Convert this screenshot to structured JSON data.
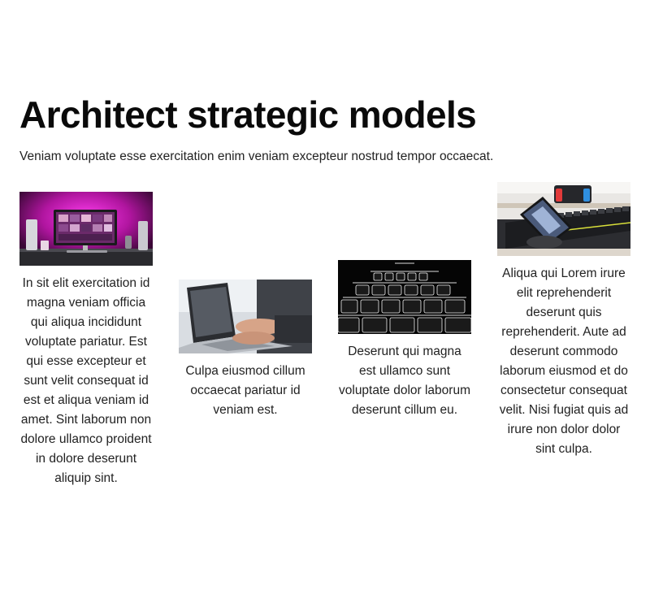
{
  "hero": {
    "title": "Architect strategic models",
    "subtitle": "Veniam voluptate esse exercitation enim veniam excepteur nostrud tempor occaecat."
  },
  "cards": [
    {
      "image": "desk-setup-pink-monitor-photo",
      "text": "In sit elit exercitation id magna veniam officia qui aliqua incididunt voluptate pariatur. Est qui esse excepteur et sunt velit consequat id est et aliqua veniam id amet. Sint laborum non dolore ullamco proident in dolore deserunt aliquip sint."
    },
    {
      "image": "laptop-typing-photo",
      "text": "Culpa eiusmod cillum occaecat pariatur id veniam est."
    },
    {
      "image": "backlit-keyboard-photo",
      "text": "Deserunt qui magna est ullamco sunt voluptate dolor laborum deserunt cillum eu."
    },
    {
      "image": "phone-on-keyboard-photo",
      "text": "Aliqua qui Lorem irure elit reprehenderit deserunt quis reprehenderit. Aute ad deserunt commodo laborum eiusmod et do consectetur consequat velit. Nisi fugiat quis ad irure non dolor dolor sint culpa."
    }
  ]
}
